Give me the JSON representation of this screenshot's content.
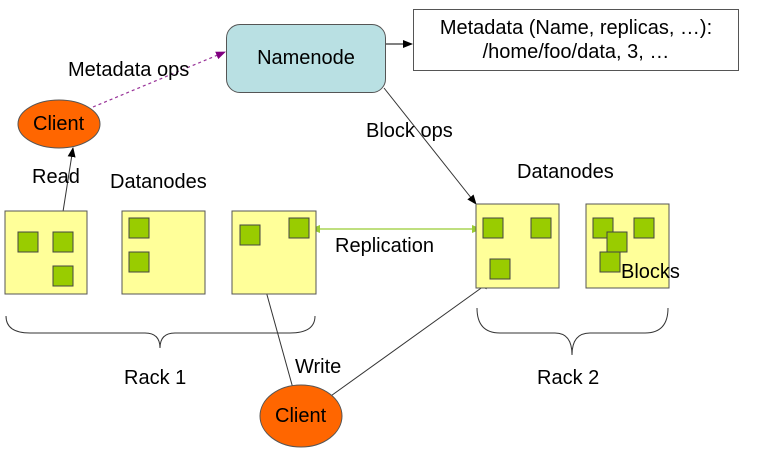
{
  "diagram": {
    "namenode": {
      "label": "Namenode",
      "color": "#b9e0e3"
    },
    "metadata_box": {
      "line1": "Metadata (Name, replicas, …):",
      "line2": "/home/foo/data, 3, …"
    },
    "clients": [
      {
        "label": "Client",
        "role": "reader",
        "color": "#ff6600"
      },
      {
        "label": "Client",
        "role": "writer",
        "color": "#ff6600"
      }
    ],
    "edge_labels": {
      "metadata_ops": "Metadata ops",
      "block_ops": "Block ops",
      "read": "Read",
      "write": "Write",
      "replication": "Replication"
    },
    "datanodes_labels": [
      "Datanodes",
      "Datanodes"
    ],
    "racks": [
      {
        "label": "Rack 1",
        "datanode_count": 3,
        "blocks_per_datanode": [
          3,
          2,
          2
        ]
      },
      {
        "label": "Rack 2",
        "datanode_count": 2,
        "blocks_per_datanode": [
          3,
          4
        ]
      }
    ],
    "blocks_label": "Blocks",
    "colors": {
      "datanode_fill": "#ffff99",
      "block_fill": "#99cc00",
      "replication_arrow": "#99cc33",
      "metadata_ops_arrow": "#993399"
    }
  }
}
